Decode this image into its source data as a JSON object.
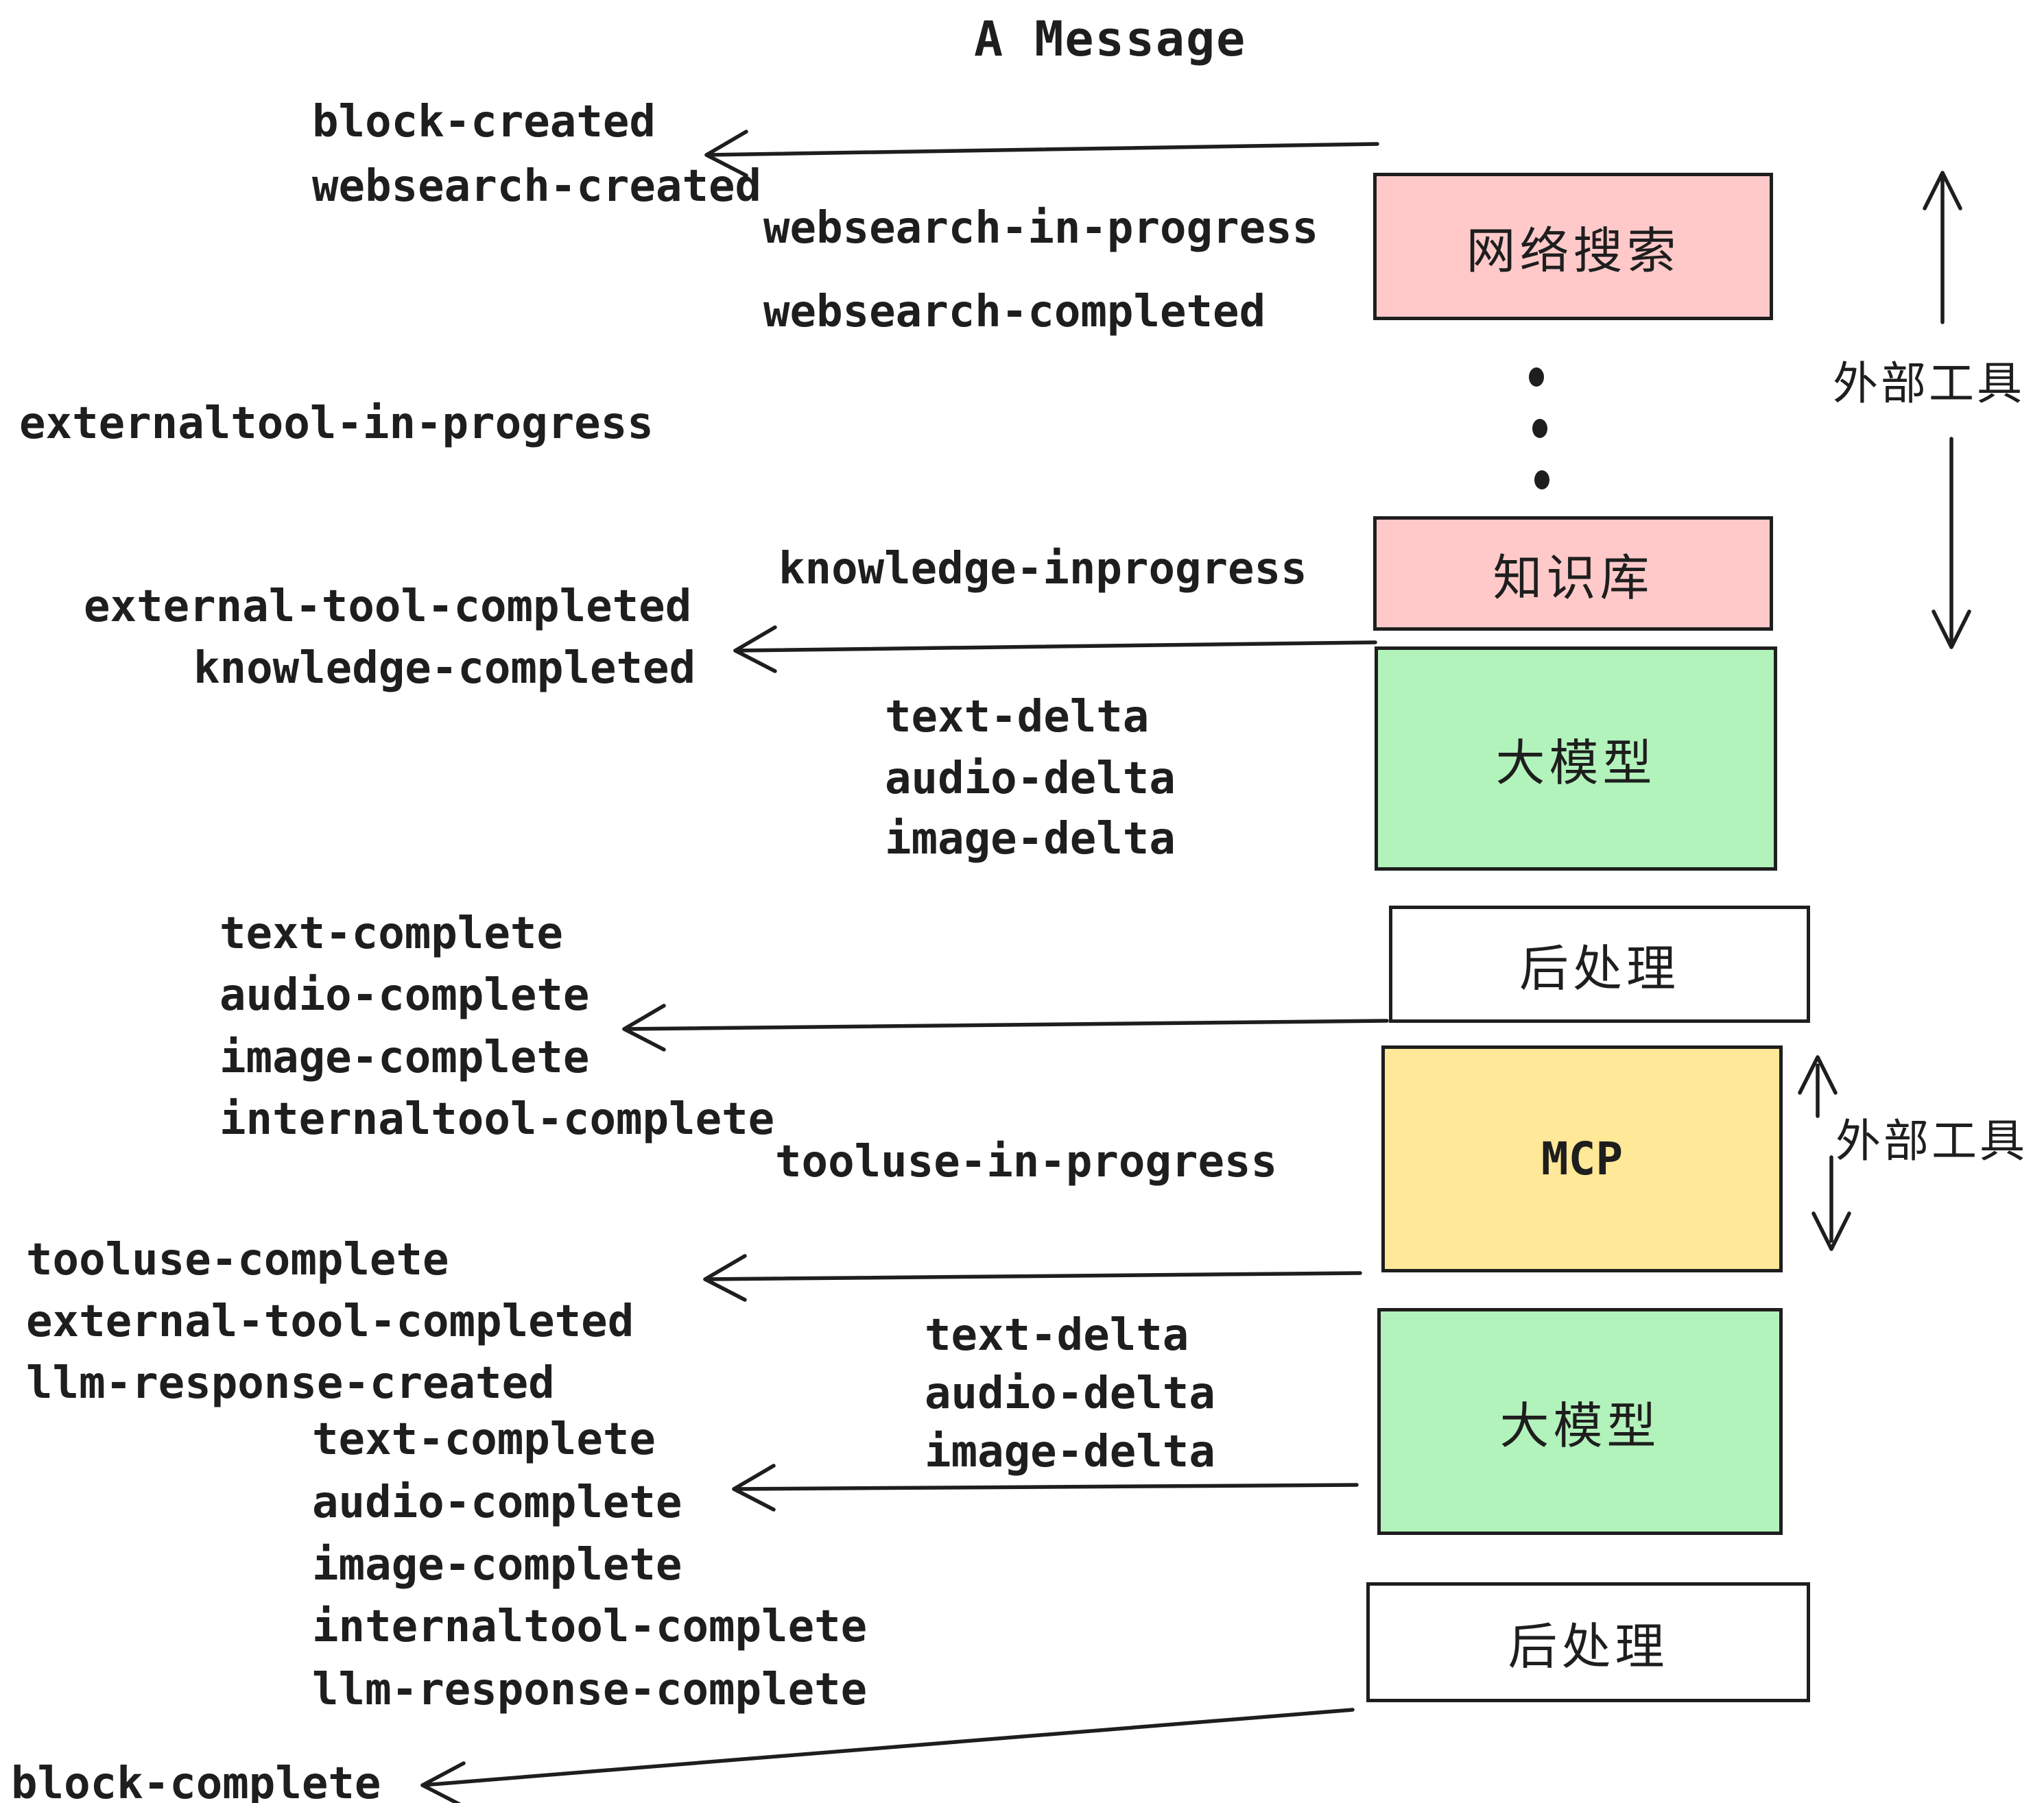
{
  "title": "A Message",
  "colors": {
    "ink": "#1e1e1e",
    "pink_box": "#ffc9c9",
    "green_box": "#b2f2bb",
    "yellow_box": "#ffe897",
    "white_box": "#ffffff"
  },
  "boxes": [
    {
      "id": "websearch",
      "label": "网络搜索",
      "color": "#ffc9c9"
    },
    {
      "id": "knowledge",
      "label": "知识库",
      "color": "#ffc9c9"
    },
    {
      "id": "llm-1",
      "label": "大模型",
      "color": "#b2f2bb"
    },
    {
      "id": "post-1",
      "label": "后处理",
      "color": "#ffffff"
    },
    {
      "id": "mcp",
      "label": "MCP",
      "color": "#ffe897"
    },
    {
      "id": "llm-2",
      "label": "大模型",
      "color": "#b2f2bb"
    },
    {
      "id": "post-2",
      "label": "后处理",
      "color": "#ffffff"
    }
  ],
  "annotations": {
    "external_tools_top": "外部工具",
    "external_tools_mcp": "外部工具"
  },
  "events": {
    "block_created": "block-created",
    "websearch_created": "websearch-created",
    "websearch_in_progress": "websearch-in-progress",
    "websearch_completed": "websearch-completed",
    "externaltool_in_progress": "externaltool-in-progress",
    "knowledge_inprogress": "knowledge-inprogress",
    "external_tool_completed": "external-tool-completed",
    "knowledge_completed": "knowledge-completed",
    "text_delta": "text-delta",
    "audio_delta": "audio-delta",
    "image_delta": "image-delta",
    "text_complete": "text-complete",
    "audio_complete": "audio-complete",
    "image_complete": "image-complete",
    "internaltool_complete": "internaltool-complete",
    "tooluse_in_progress": "tooluse-in-progress",
    "tooluse_complete": "tooluse-complete",
    "llm_response_created": "llm-response-created",
    "llm_response_complete": "llm-response-complete",
    "block_complete": "block-complete"
  }
}
